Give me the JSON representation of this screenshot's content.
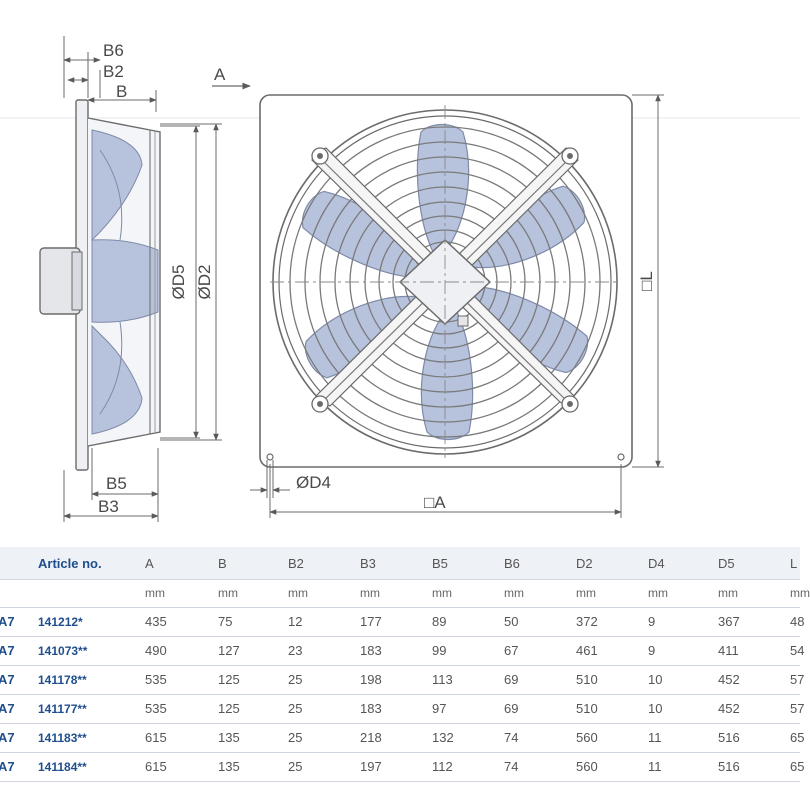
{
  "drawing": {
    "side_labels": [
      "B6",
      "B2",
      "B",
      "B5",
      "B3",
      "ØD5",
      "ØD2"
    ],
    "front_labels": [
      "A",
      "□L",
      "ØD4",
      "□A"
    ],
    "colors": {
      "blade": "#b7c2dc",
      "blade_stroke": "#7e8aa8",
      "line": "#6b6b6b",
      "guard": "#7a7a7a"
    }
  },
  "table": {
    "headers": [
      "Article no.",
      "A",
      "B",
      "B2",
      "B3",
      "B5",
      "B6",
      "D2",
      "D4",
      "D5",
      "L"
    ],
    "units": [
      "mm",
      "mm",
      "mm",
      "mm",
      "mm",
      "mm",
      "mm",
      "mm",
      "mm",
      "mm"
    ],
    "rows": [
      {
        "model": "A7",
        "article": "141212*",
        "values": [
          "435",
          "75",
          "12",
          "177",
          "89",
          "50",
          "372",
          "9",
          "367",
          "48"
        ]
      },
      {
        "model": "A7",
        "article": "141073**",
        "values": [
          "490",
          "127",
          "23",
          "183",
          "99",
          "67",
          "461",
          "9",
          "411",
          "54"
        ]
      },
      {
        "model": "A7",
        "article": "141178**",
        "values": [
          "535",
          "125",
          "25",
          "198",
          "113",
          "69",
          "510",
          "10",
          "452",
          "57"
        ]
      },
      {
        "model": "A7",
        "article": "141177**",
        "values": [
          "535",
          "125",
          "25",
          "183",
          "97",
          "69",
          "510",
          "10",
          "452",
          "57"
        ]
      },
      {
        "model": "A7",
        "article": "141183**",
        "values": [
          "615",
          "135",
          "25",
          "218",
          "132",
          "74",
          "560",
          "11",
          "516",
          "65"
        ]
      },
      {
        "model": "A7",
        "article": "141184**",
        "values": [
          "615",
          "135",
          "25",
          "197",
          "112",
          "74",
          "560",
          "11",
          "516",
          "65"
        ]
      }
    ]
  }
}
